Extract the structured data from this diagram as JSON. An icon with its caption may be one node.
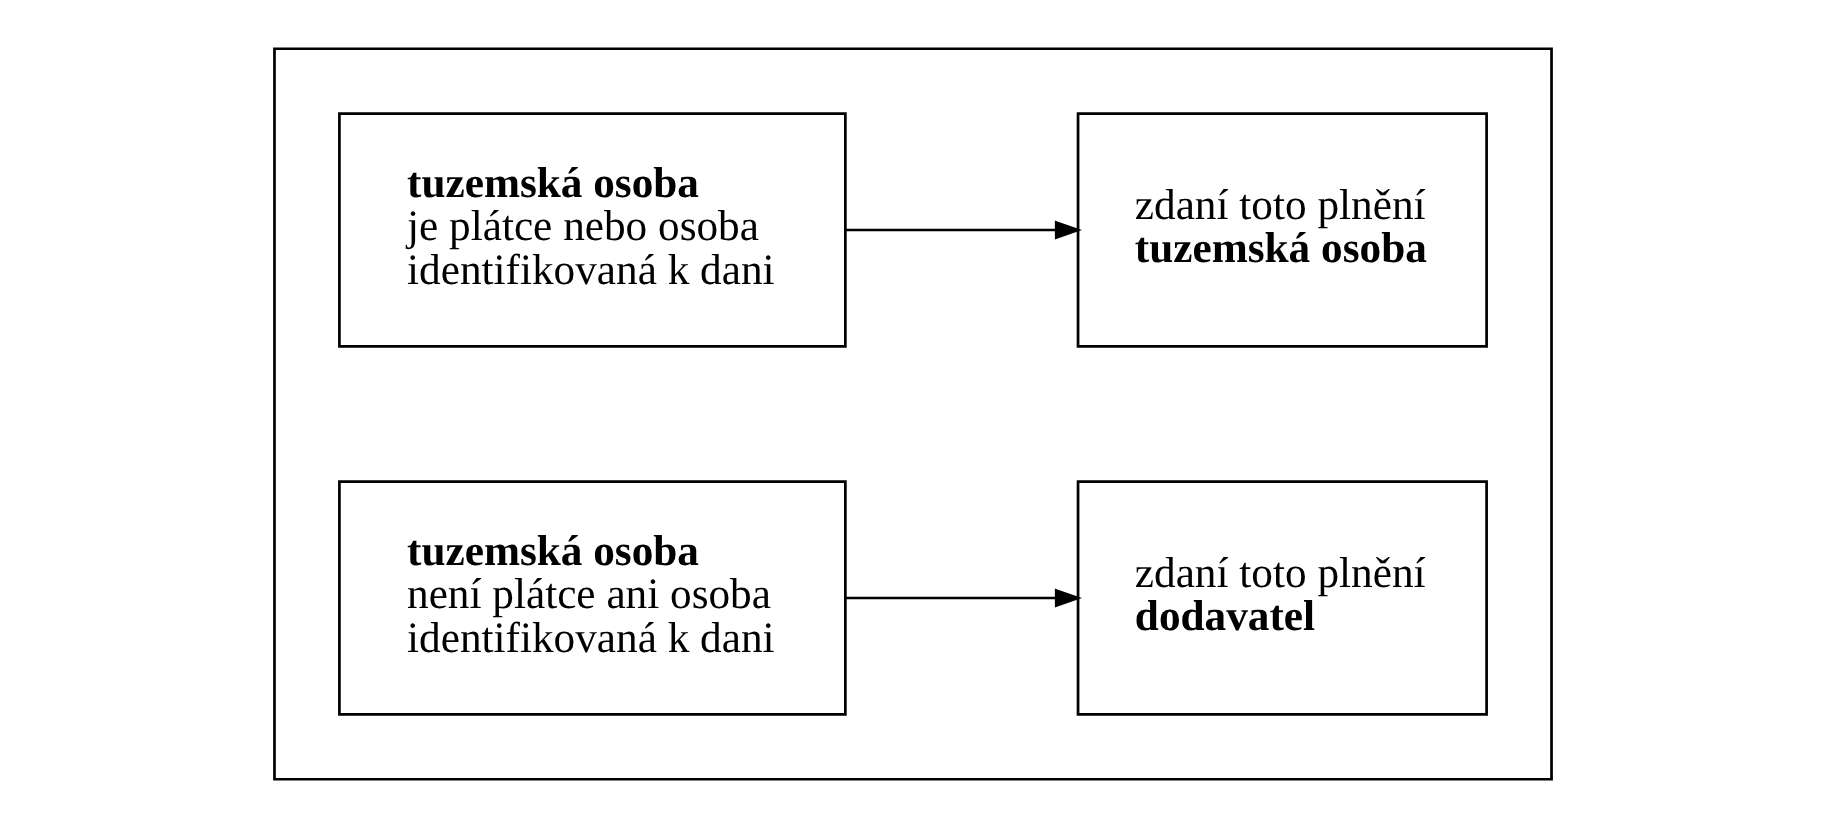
{
  "diagram": {
    "nodes": [
      {
        "text": [],
        "shape": "box"
      },
      {
        "text": [
          "tuzemská osoba",
          "je plátce nebo osoba identifikovaná k dani"
        ],
        "in": 0
      },
      {
        "text": [
          "zdaní toto plnění",
          "tuzemská osoba"
        ],
        "in": 0
      },
      {
        "text": [
          "tuzemská osoba",
          "není plátce ani osoba identifikovaná k dani"
        ],
        "in": 0
      },
      {
        "text": [
          "zdaní toto plnění",
          "dodavatel"
        ],
        "in": 0
      }
    ],
    "edges": [
      {
        "from": 1,
        "to": 2,
        "arrow": "to"
      },
      {
        "from": 3,
        "to": 4,
        "arrow": "to"
      }
    ]
  }
}
